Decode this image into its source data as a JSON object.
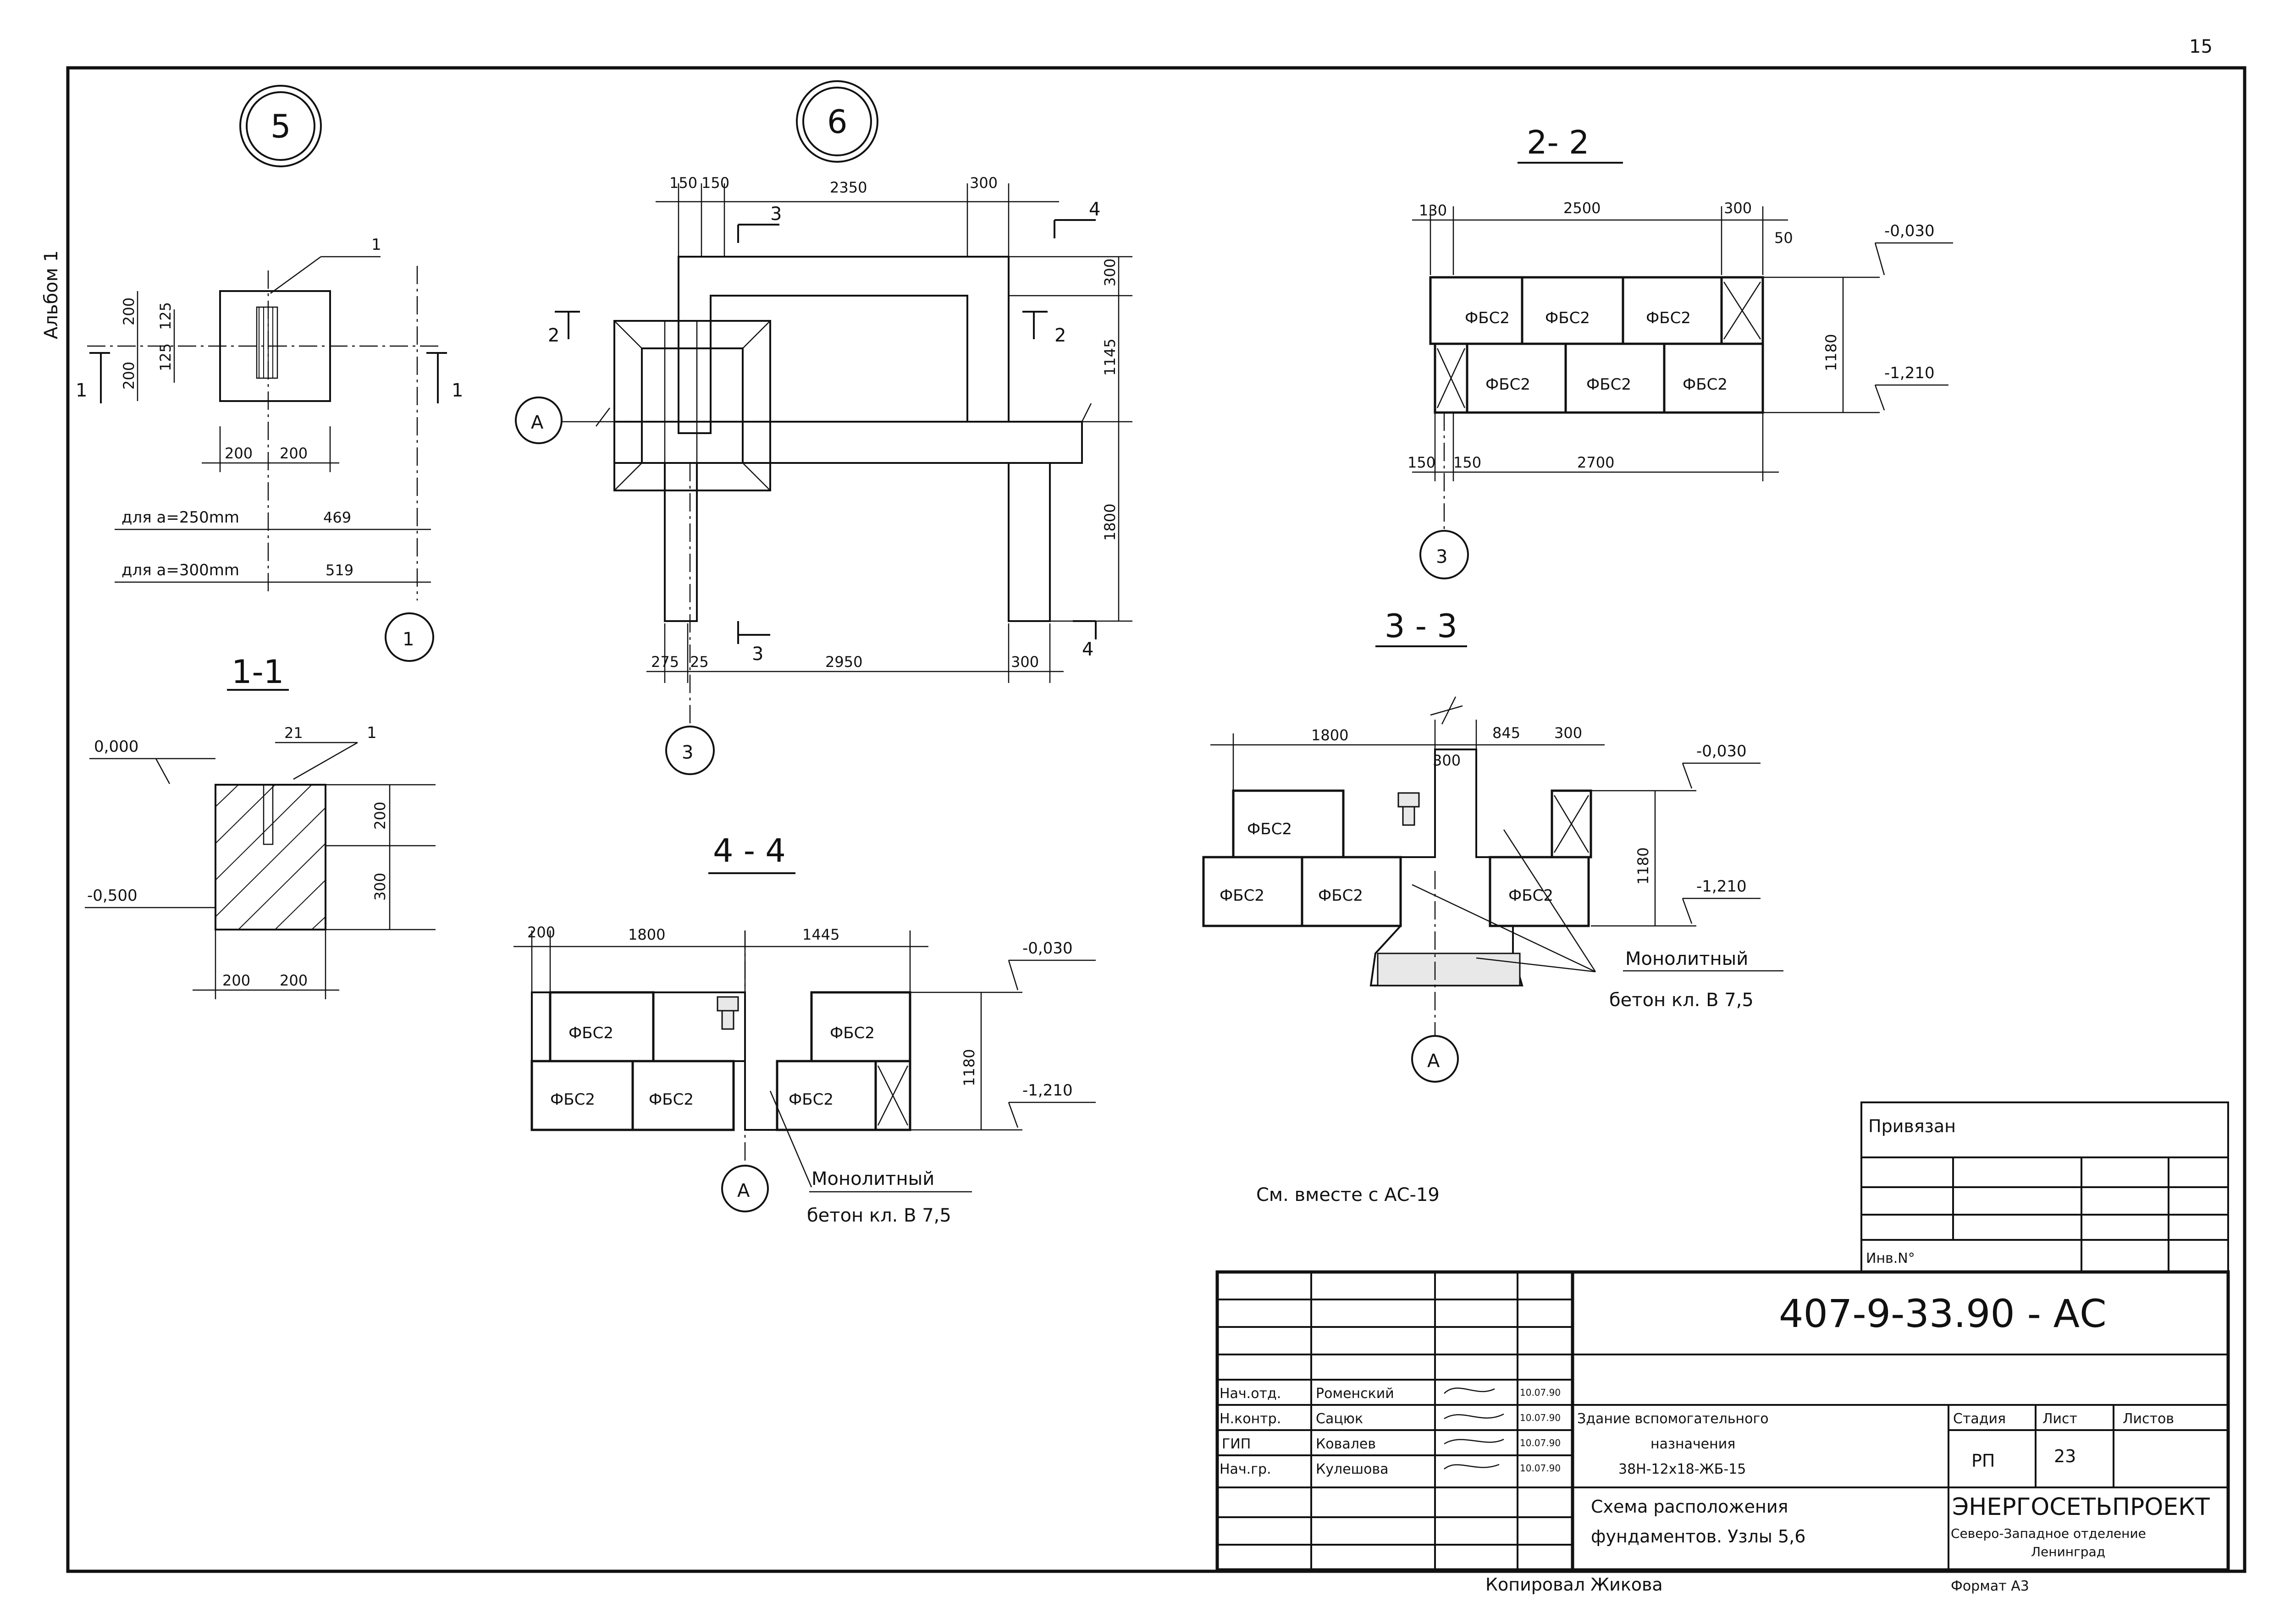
{
  "sheet_number": "15",
  "album_label": "Альбом 1",
  "nodes": {
    "node5": "5",
    "node6": "6"
  },
  "axes": {
    "axis_1": "1",
    "axis_3": "3",
    "axis_A": "А"
  },
  "sections": {
    "s22": "2- 2",
    "s33": "3 - 3",
    "s11": "1-1",
    "s44": "4 - 4"
  },
  "cut_marks": {
    "c1": "1",
    "c2": "2",
    "c3": "3",
    "c4": "4"
  },
  "block_label": "ФБС2",
  "leader_1": "1",
  "node5_dims": {
    "d200a": "200",
    "d125a": "125",
    "d125b": "125",
    "d200b": "200",
    "d200c": "200",
    "d200d": "200",
    "row_a": "для а=250mm",
    "row_a_val": "469",
    "row_b": "для а=300mm",
    "row_b_val": "519"
  },
  "node6_dims": {
    "d150a": "150",
    "d150b": "150",
    "d2350": "2350",
    "d300a": "300",
    "d300b": "300",
    "d1145": "1145",
    "d1800": "1800",
    "d275": "275",
    "d25": "25",
    "d2950": "2950",
    "d300c": "300"
  },
  "sec22_dims": {
    "d130": "130",
    "d2500": "2500",
    "d300": "300",
    "d50": "50",
    "lvl_top": "-0,030",
    "lvl_bot": "-1,210",
    "d1180": "1180",
    "d150a": "150",
    "d150b": "150",
    "d2700": "2700"
  },
  "sec11_dims": {
    "lvl0": "0,000",
    "lvl_b": "-0,500",
    "d21": "21",
    "d200v": "200",
    "d300v": "300",
    "d200a": "200",
    "d200b": "200"
  },
  "sec44_dims": {
    "d200": "200",
    "d1800": "1800",
    "d1445": "1445",
    "lvl_top": "-0,030",
    "lvl_bot": "-1,210",
    "d1180": "1180"
  },
  "sec33_dims": {
    "d1800": "1800",
    "d845": "845",
    "d300a": "300",
    "d300b": "300",
    "lvl_top": "-0,030",
    "lvl_bot": "-1,210",
    "d1180": "1180"
  },
  "note_monolith_44_a": "Монолитный",
  "note_monolith_44_b": "бетон кл. В 7,5",
  "note_monolith_33_a": "Монолитный",
  "note_monolith_33_b": "бетон кл. В 7,5",
  "see_also": "См. вместе с АС-19",
  "stamp": {
    "bound_label": "Привязан",
    "inv_label": "Инв.N°",
    "doc_code": "407-9-33.90 - АС",
    "roles": [
      "Нач.отд.",
      "Н.контр.",
      "ГИП",
      "Нач.гр."
    ],
    "names": [
      "Роменский",
      "Сацюк",
      "Ковалев",
      "Кулешова"
    ],
    "dates": [
      "10.07.90",
      "10.07.90",
      "10.07.90",
      "10.07.90"
    ],
    "building_title_1": "Здание вспомогательного",
    "building_title_2": "назначения",
    "building_title_3": "38Н-12х18-ЖБ-15",
    "sheet_title_1": "Схема расположения",
    "sheet_title_2": "фундаментов. Узлы 5,6",
    "stage_label": "Стадия",
    "sheet_label": "Лист",
    "sheets_label": "Листов",
    "stage_value": "РП",
    "sheet_value": "23",
    "org_1": "ЭНЕРГОСЕТЬПРОЕКТ",
    "org_2": "Северо-Западное отделение",
    "org_3": "Ленинград"
  },
  "copied_by": "Копировал Жикова",
  "format": "Формат А3"
}
